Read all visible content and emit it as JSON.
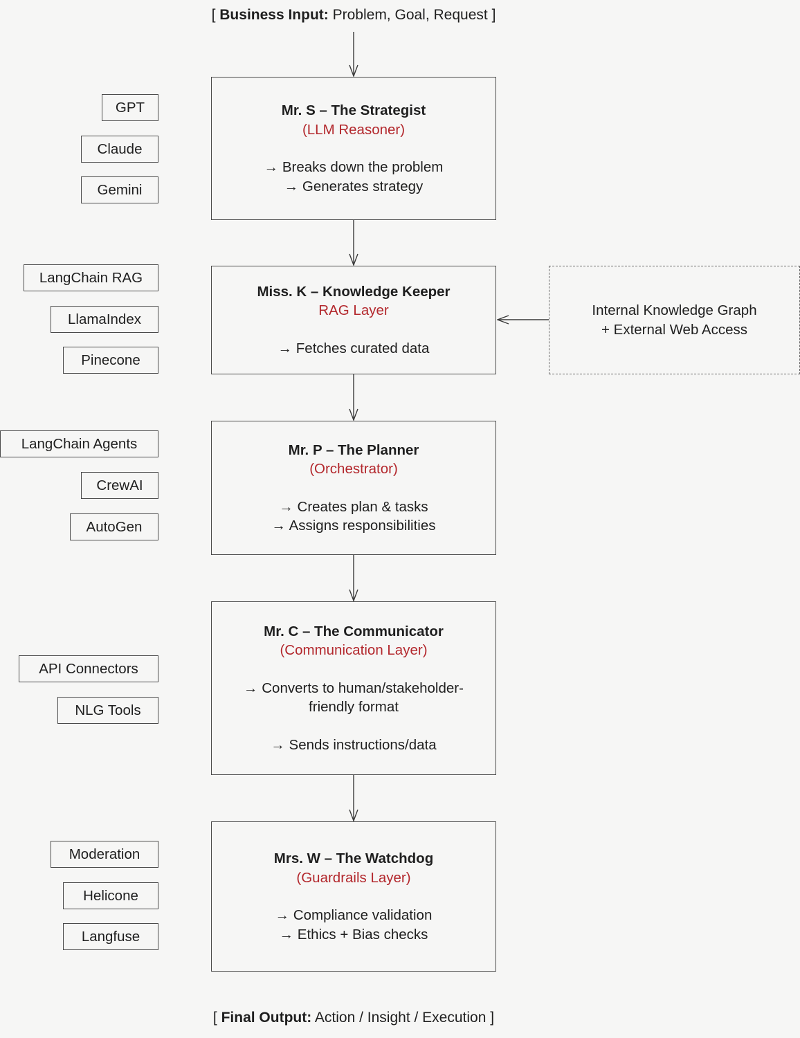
{
  "input": {
    "open": "[ ",
    "label": "Business Input:",
    "text": " Problem, Goal, Request",
    "close": " ]"
  },
  "output": {
    "open": "[ ",
    "label": "Final Output:",
    "text": " Action / Insight / Execution",
    "close": " ]"
  },
  "stages": [
    {
      "title": "Mr. S – The Strategist",
      "subtitle": "(LLM Reasoner)",
      "lines": [
        "→ Breaks down the problem",
        "→ Generates strategy"
      ],
      "tools": [
        "GPT",
        "Claude",
        "Gemini"
      ]
    },
    {
      "title": "Miss. K – Knowledge Keeper",
      "subtitle": "RAG Layer",
      "lines": [
        "→ Fetches curated data"
      ],
      "tools": [
        "LangChain RAG",
        "LlamaIndex",
        "Pinecone"
      ]
    },
    {
      "title": "Mr. P – The Planner",
      "subtitle": "(Orchestrator)",
      "lines": [
        "→ Creates plan & tasks",
        "→ Assigns responsibilities"
      ],
      "tools": [
        "LangChain Agents",
        "CrewAI",
        "AutoGen"
      ]
    },
    {
      "title": "Mr. C – The Communicator",
      "subtitle": "(Communication Layer)",
      "lines": [
        "→ Converts to human/stakeholder-",
        "friendly format",
        "",
        "→ Sends instructions/data"
      ],
      "tools": [
        "API Connectors",
        "NLG Tools"
      ]
    },
    {
      "title": "Mrs. W – The Watchdog",
      "subtitle": "(Guardrails Layer)",
      "lines": [
        "→ Compliance validation",
        "→ Ethics + Bias checks"
      ],
      "tools": [
        "Moderation",
        "Helicone",
        "Langfuse"
      ]
    }
  ],
  "knowledge_source": {
    "lines": [
      "Internal Knowledge Graph",
      "+ External Web Access"
    ]
  },
  "colors": {
    "subtitle": "#b3282d",
    "border": "#4a4a4a",
    "background": "#f6f6f5"
  }
}
